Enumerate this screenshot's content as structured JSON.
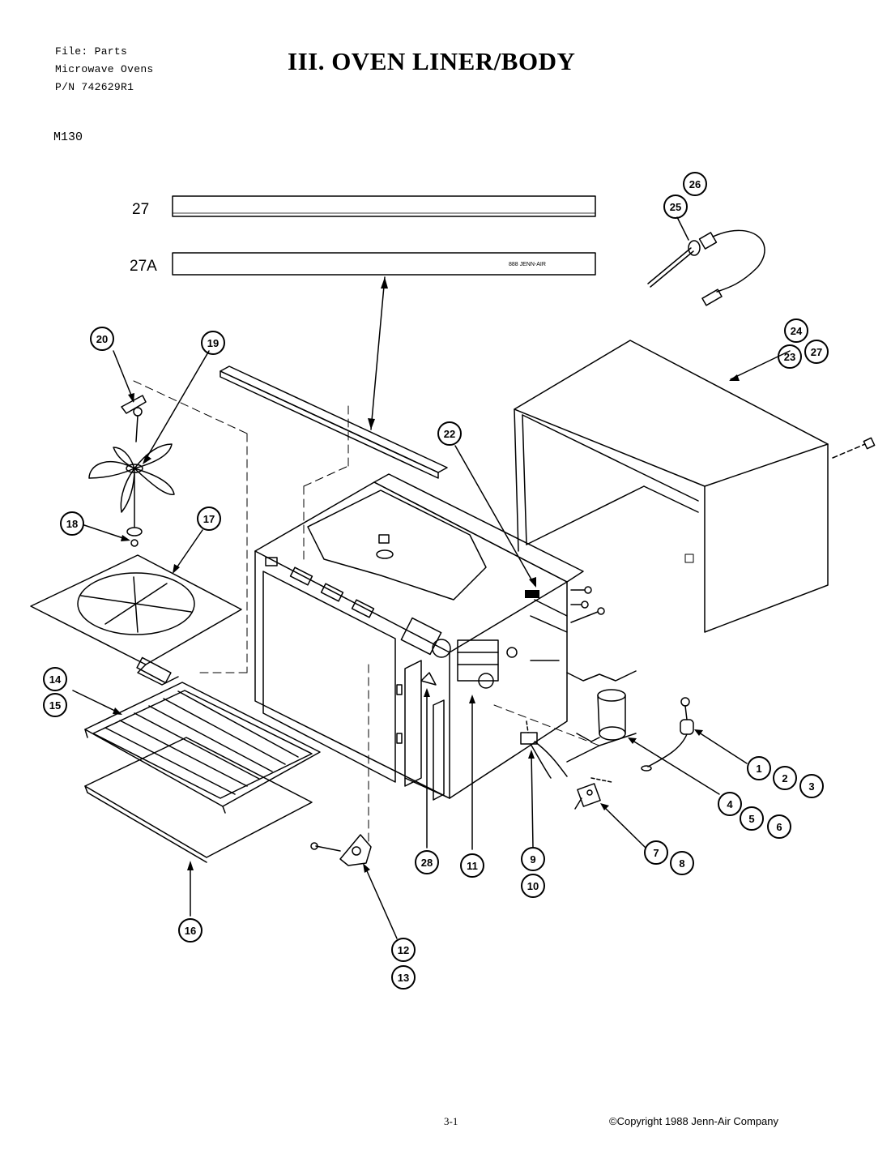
{
  "header": {
    "line1": "File: Parts",
    "line2": "Microwave Ovens",
    "line3": "P/N 742629R1"
  },
  "title": "III. OVEN LINER/BODY",
  "model": "M130",
  "strips": {
    "strip_27": "27",
    "strip_27a": "27A",
    "brand_mark": "888 JENN-AIR"
  },
  "callouts": [
    "1",
    "2",
    "3",
    "4",
    "5",
    "6",
    "7",
    "8",
    "9",
    "10",
    "11",
    "12",
    "13",
    "14",
    "15",
    "16",
    "17",
    "18",
    "19",
    "20",
    "22",
    "23",
    "24",
    "25",
    "26",
    "27",
    "28"
  ],
  "footer": {
    "page": "3-1",
    "copyright": "©Copyright 1988 Jenn-Air Company"
  }
}
